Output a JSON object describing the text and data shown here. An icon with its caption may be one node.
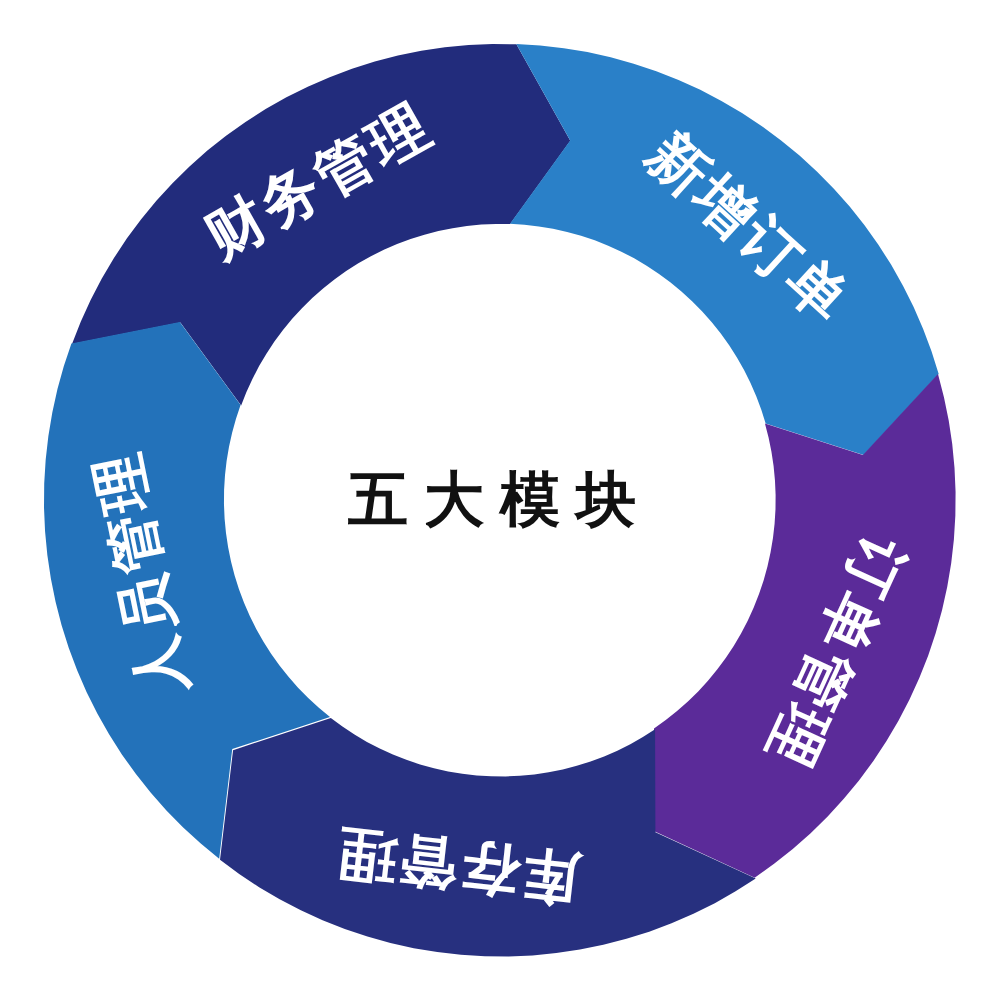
{
  "diagram": {
    "nodes": [
      {
        "text": [
          "财务管理"
        ]
      },
      {
        "text": [
          "新增订单"
        ]
      },
      {
        "text": [
          "订单管理"
        ]
      },
      {
        "text": [
          "库存管理"
        ]
      },
      {
        "text": [
          "人员管理"
        ]
      },
      {
        "text": [
          "五大模块"
        ]
      }
    ]
  }
}
